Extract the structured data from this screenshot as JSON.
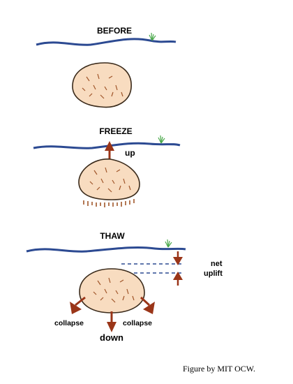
{
  "panels": {
    "before": {
      "title": "BEFORE"
    },
    "freeze": {
      "title": "FREEZE",
      "arrow_label": "up"
    },
    "thaw": {
      "title": "THAW",
      "uplift_label_line1": "net",
      "uplift_label_line2": "uplift",
      "left_label": "collapse",
      "right_label": "collapse",
      "down_label": "down"
    }
  },
  "caption": "Figure by MIT OCW.",
  "colors": {
    "ground_line": "#2c4a92",
    "rock_fill": "#f8dcc0",
    "rock_stroke": "#3a2a1a",
    "arrow": "#9a3518",
    "grass": "#4aa84a",
    "texture": "#a0562a"
  }
}
